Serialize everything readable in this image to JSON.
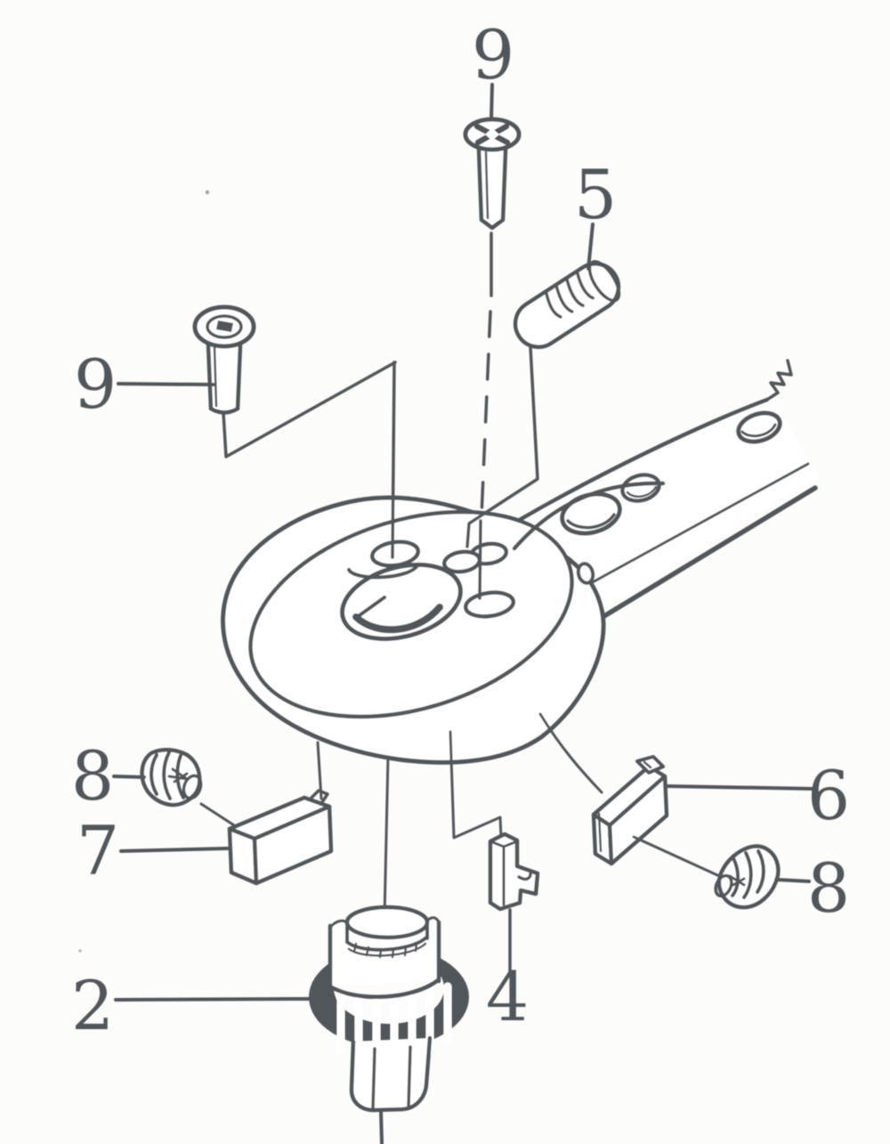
{
  "figure": {
    "type": "exploded-parts-diagram",
    "colors": {
      "ink": "#4a4f52",
      "paper": "#fcfcfb"
    },
    "callouts": {
      "top_screw": {
        "label": "9"
      },
      "detent_pin": {
        "label": "5"
      },
      "side_screw": {
        "label": "9"
      },
      "left_plug": {
        "label": "8"
      },
      "left_plate": {
        "label": "7"
      },
      "drive_gear": {
        "label": "2"
      },
      "stop_pawl": {
        "label": "4"
      },
      "right_plate": {
        "label": "6"
      },
      "right_plug": {
        "label": "8"
      }
    }
  }
}
